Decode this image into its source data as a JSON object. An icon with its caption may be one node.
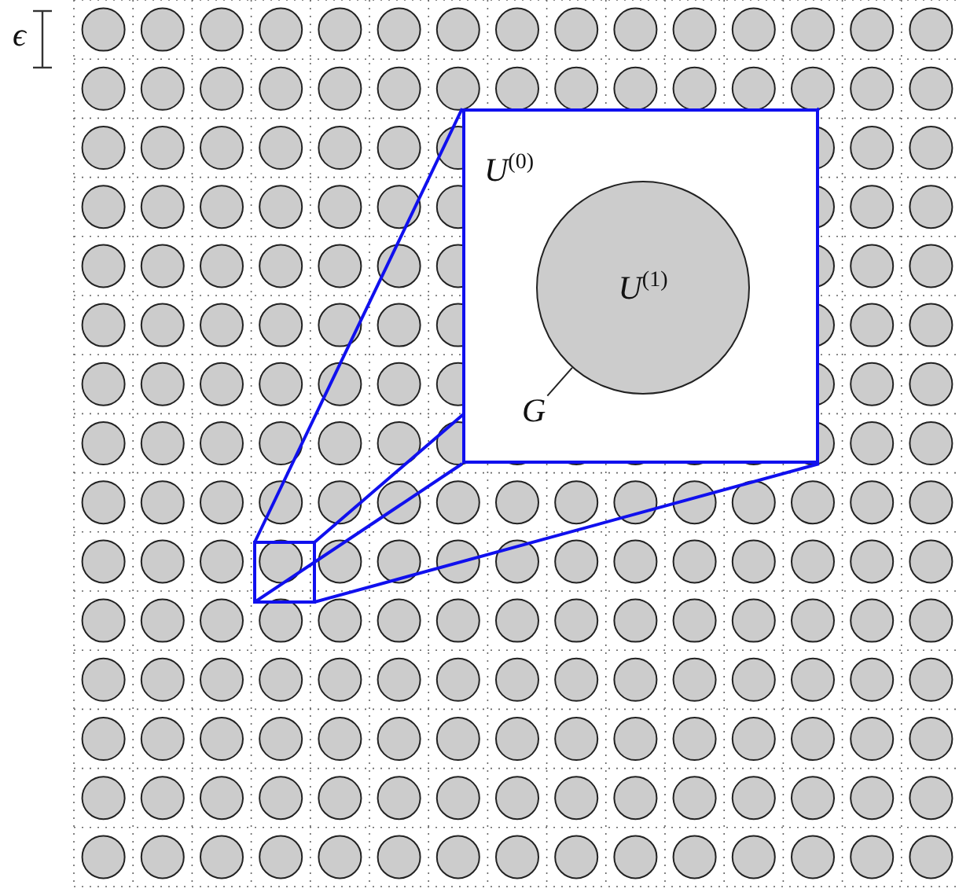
{
  "diagram": {
    "nodes": [
      {
        "text": [
          "U$^{(0)}$"
        ]
      },
      {
        "text": [
          "U$^{(1)}$"
        ],
        "in": 0
      },
      {
        "text": [
          "G"
        ],
        "in": 0
      }
    ],
    "edges": [
      {
        "from": 2,
        "to": 1,
        "arrow": "none"
      }
    ],
    "labels": [
      "ϵ"
    ]
  }
}
